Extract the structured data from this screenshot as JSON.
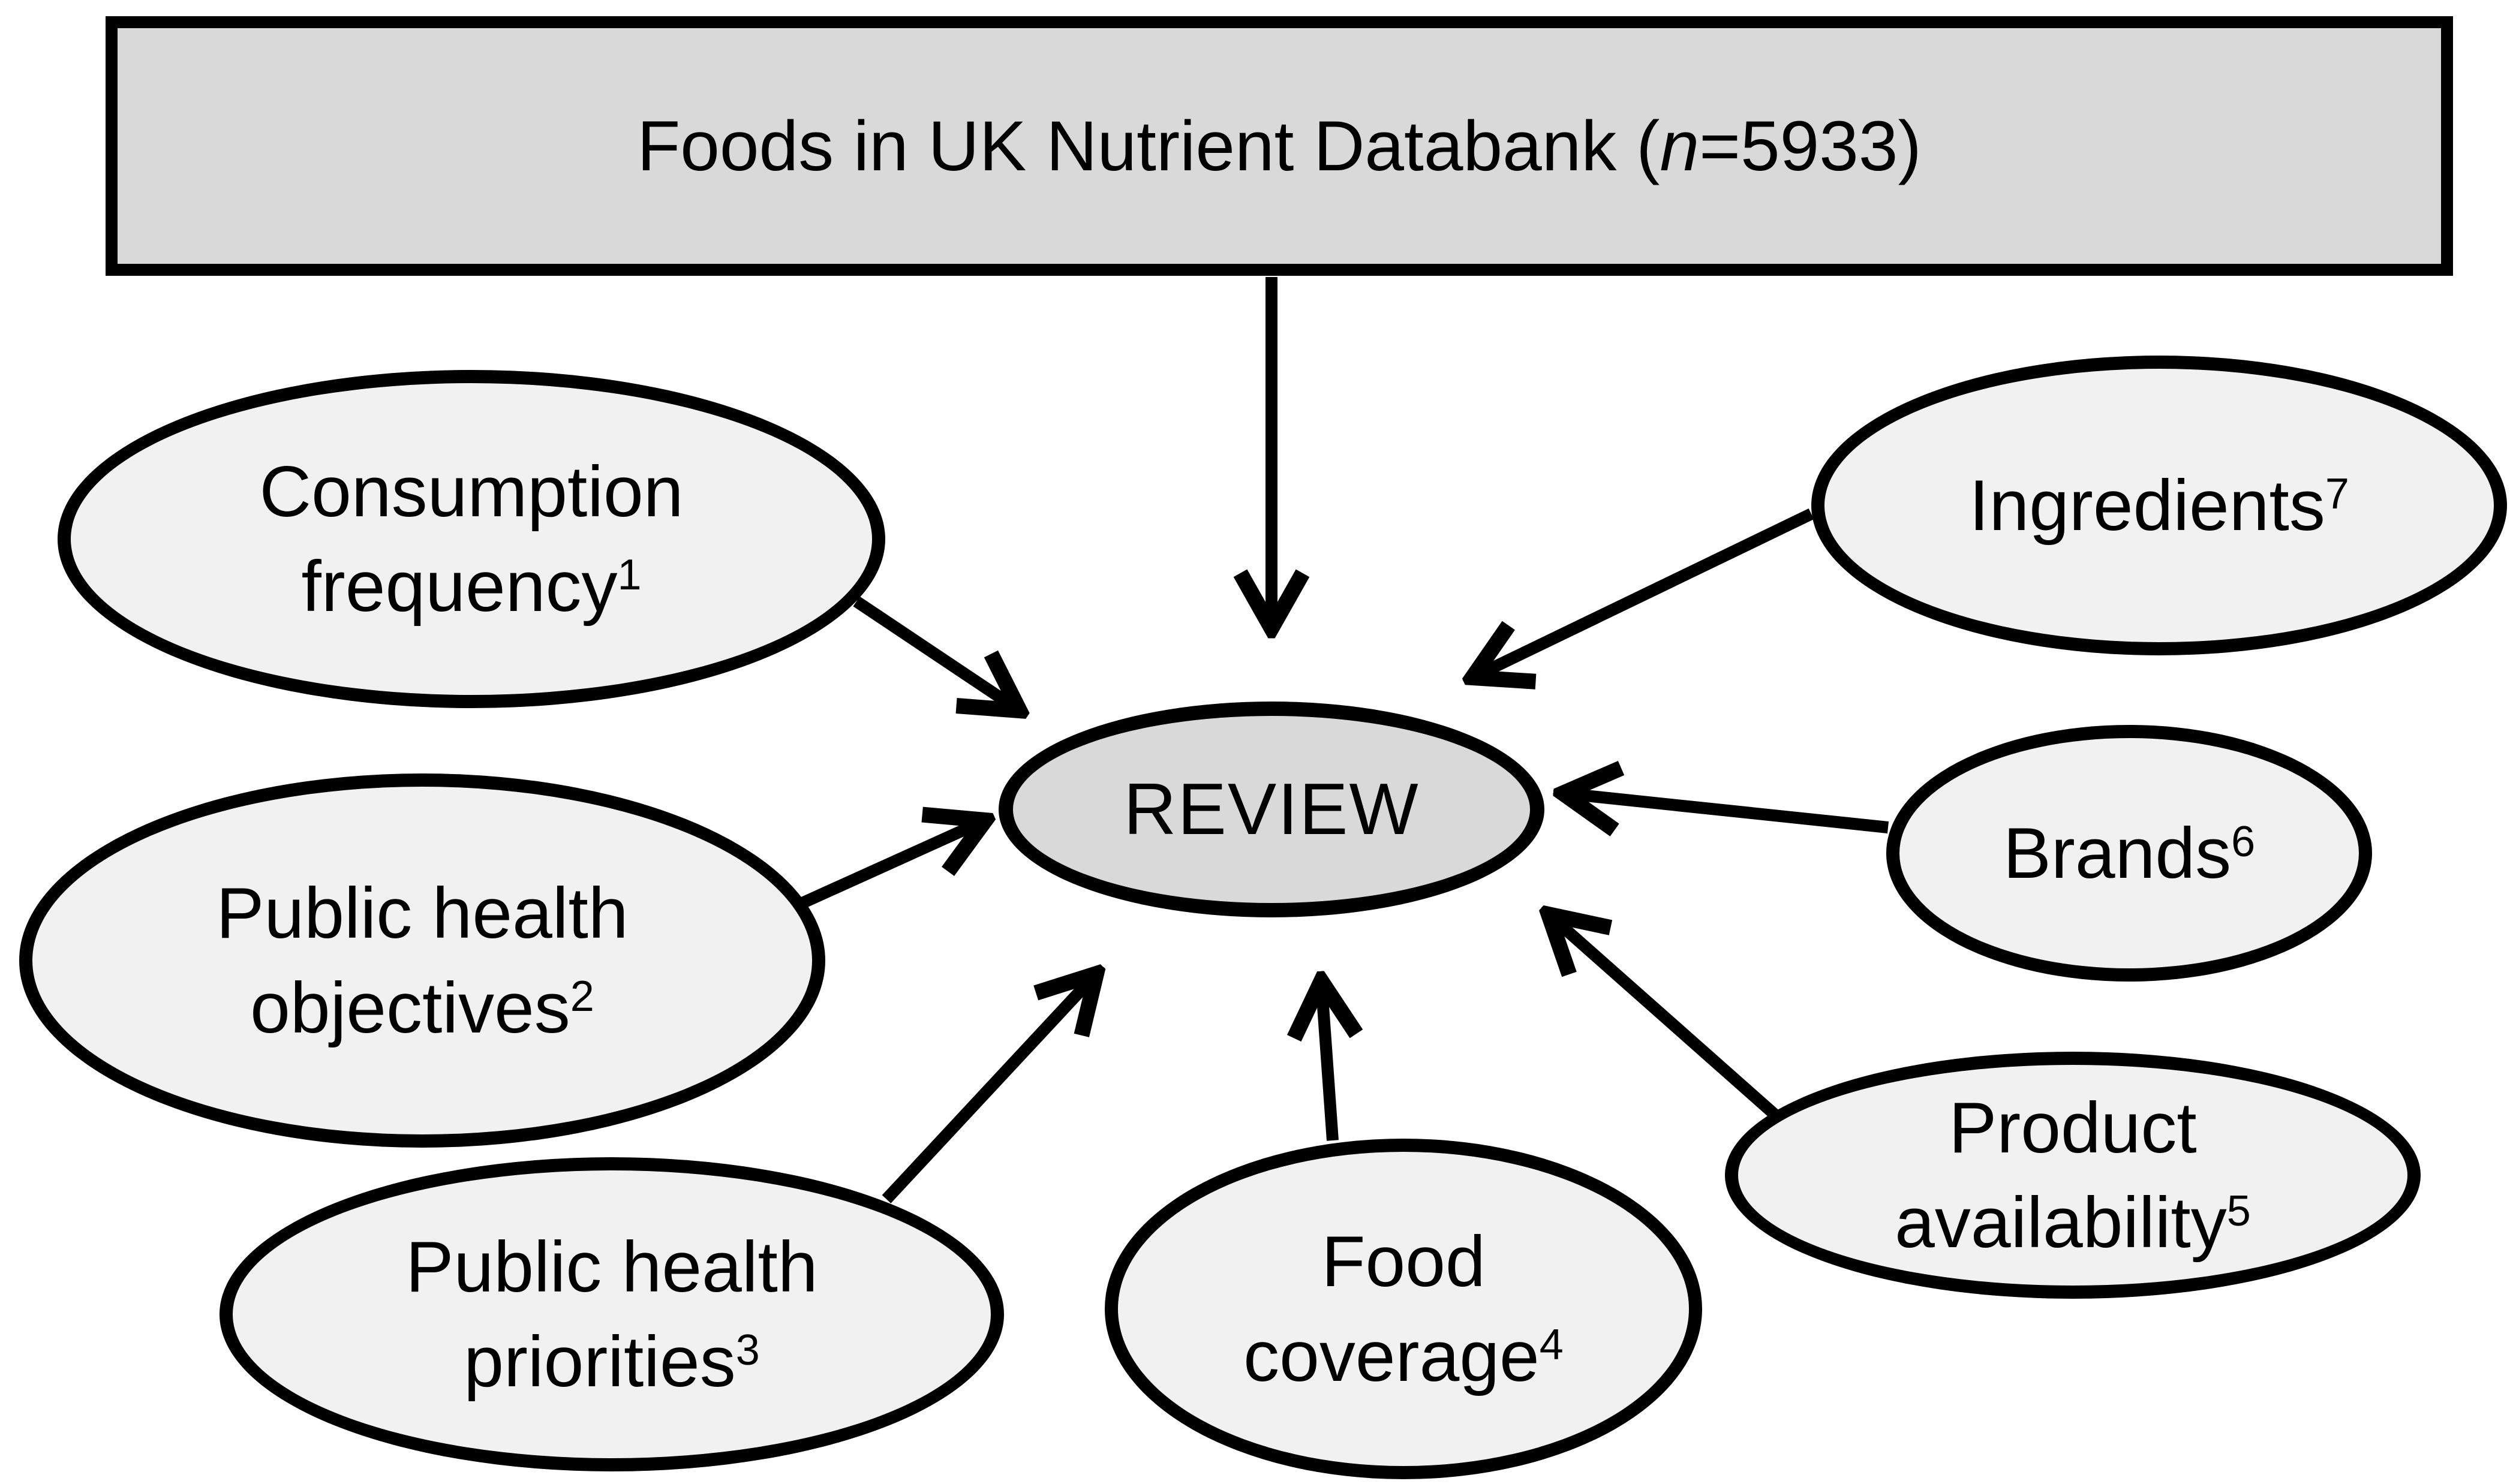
{
  "diagram": {
    "source_box": {
      "prefix": "Foods in UK Nutrient Databank (",
      "n": "n",
      "suffix": "=5933)"
    },
    "center": {
      "label": "REVIEW"
    },
    "factors": {
      "consumption": {
        "line1": "Consumption",
        "line2": "frequency",
        "sup": "1"
      },
      "objectives": {
        "line1": "Public health",
        "line2": "objectives",
        "sup": "2"
      },
      "priorities": {
        "line1": "Public health",
        "line2": "priorities",
        "sup": "3"
      },
      "coverage": {
        "line1": "Food",
        "line2": "coverage",
        "sup": "4"
      },
      "availability": {
        "line1": "Product",
        "line2": "availability",
        "sup": "5"
      },
      "brands": {
        "line1": "Brands",
        "sup": "6"
      },
      "ingredients": {
        "line1": "Ingredients",
        "sup": "7"
      }
    },
    "colors": {
      "background": "#ffffff",
      "box_fill": "#d9d9d9",
      "ellipse_fill": "#f1f1f1",
      "center_fill": "#d9d9d9",
      "stroke": "#000000"
    }
  }
}
